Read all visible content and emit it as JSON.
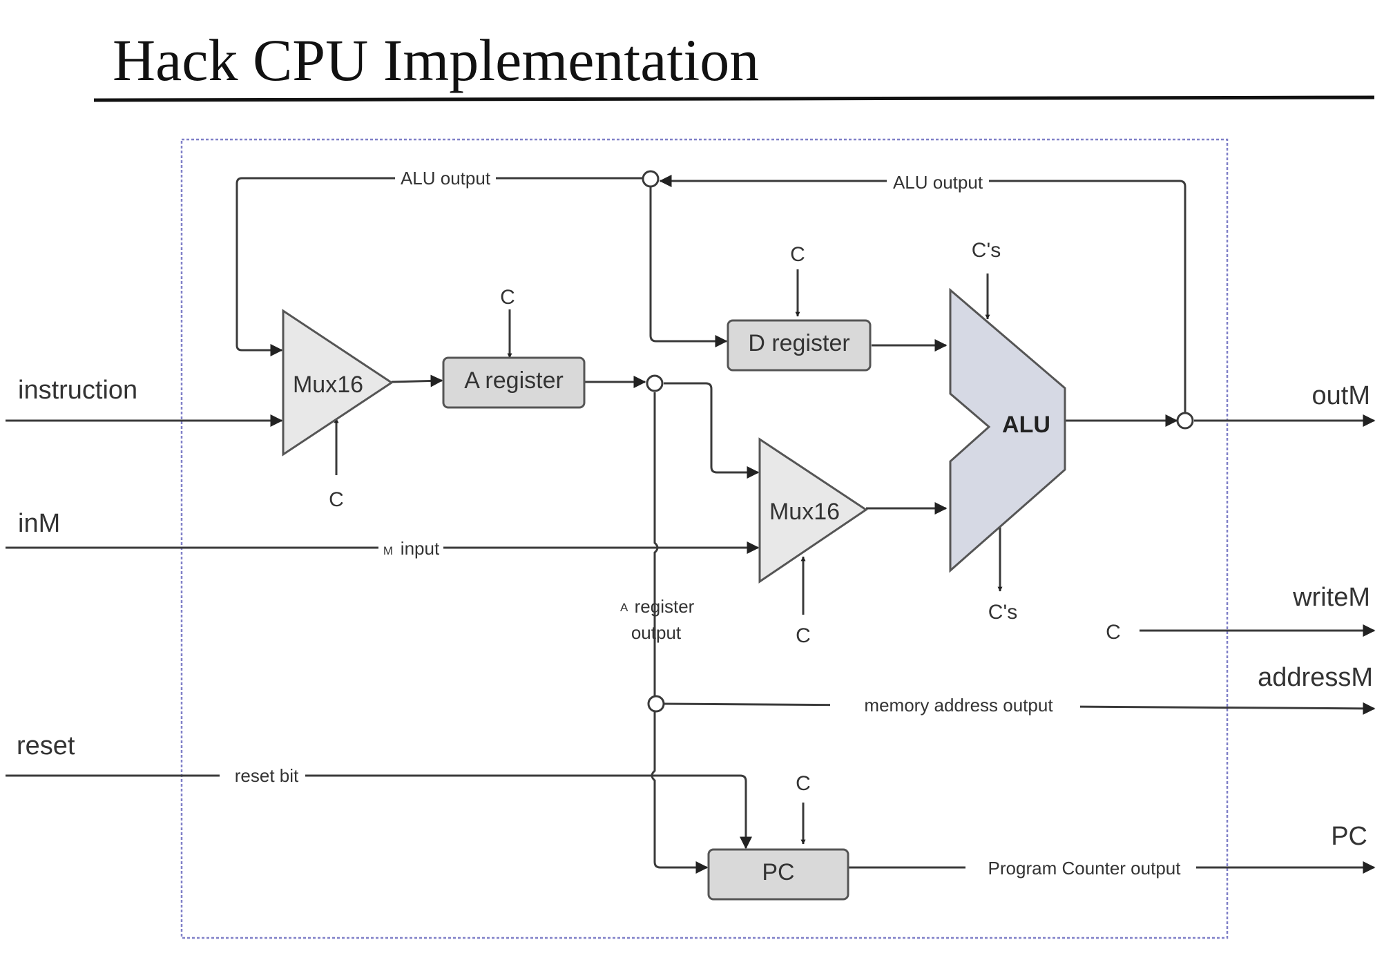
{
  "title": "Hack CPU Implementation",
  "inputs": {
    "instruction": "instruction",
    "inM": "inM",
    "reset": "reset"
  },
  "outputs": {
    "outM": "outM",
    "writeM": "writeM",
    "addressM": "addressM",
    "pc": "PC"
  },
  "components": {
    "mux_a": "Mux16",
    "mux_alu": "Mux16",
    "a_register": "A register",
    "d_register": "D register",
    "alu": "ALU",
    "pc": "PC"
  },
  "wire_labels": {
    "alu_output_left": "ALU output",
    "alu_output_right": "ALU output",
    "m_input_prefix": "M",
    "m_input": "input",
    "a_register_output_prefix": "A",
    "a_register_output_1": "register",
    "a_register_output_2": "output",
    "memory_address_output": "memory address output",
    "reset_bit": "reset bit",
    "program_counter_output": "Program Counter output"
  },
  "control_labels": {
    "c": "C",
    "cs": "C's"
  },
  "colors": {
    "register_fill": "#d9d9d9",
    "mux_fill": "#e8e8e8",
    "alu_fill": "#d6d9e4",
    "boundary": "#8080c8"
  }
}
